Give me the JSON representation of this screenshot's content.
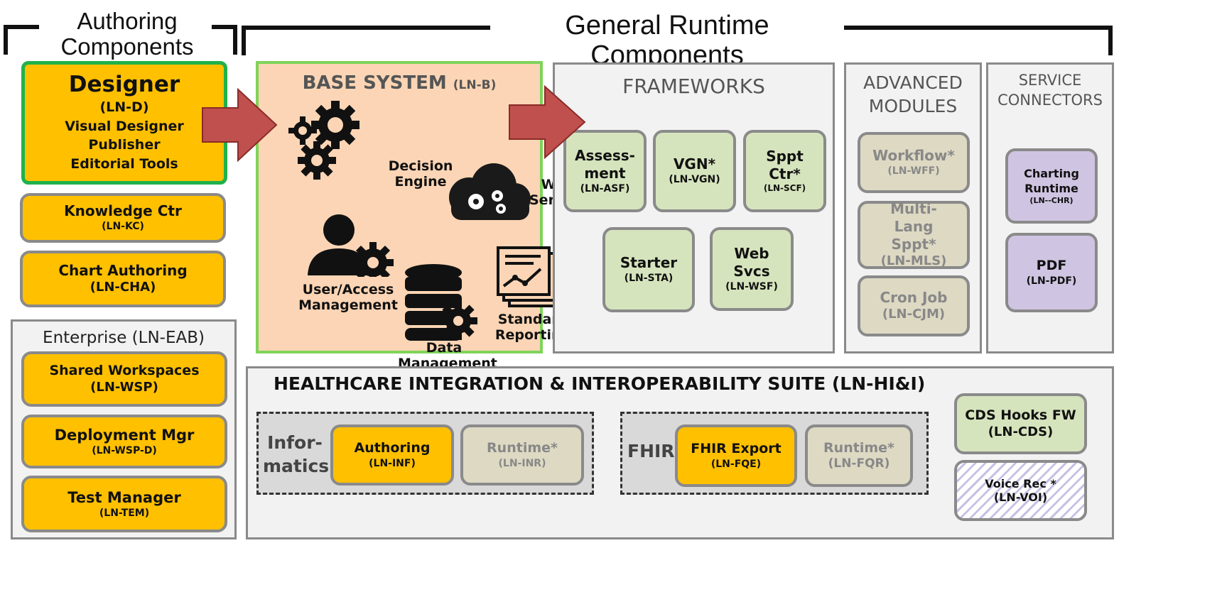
{
  "headers": {
    "authoring": "Authoring Components",
    "runtime": "General Runtime Components"
  },
  "designer": {
    "title": "Designer",
    "code": "(LN-D)",
    "lines": [
      "Visual Designer",
      "Publisher",
      "Editorial Tools"
    ]
  },
  "authoring_boxes": [
    {
      "label": "Knowledge Ctr",
      "code": "(LN-KC)"
    },
    {
      "label": "Chart Authoring",
      "code": "(LN-CHA)"
    }
  ],
  "enterprise": {
    "title": "Enterprise (LN-EAB)",
    "items": [
      {
        "label": "Shared Workspaces",
        "code": "(LN-WSP)"
      },
      {
        "label": "Deployment Mgr",
        "code": "(LN-WSP-D)"
      },
      {
        "label": "Test Manager",
        "code": "(LN-TEM)"
      }
    ]
  },
  "base_system": {
    "title": "BASE SYSTEM",
    "code": "(LN-B)",
    "icons": [
      {
        "label": "Decision Engine",
        "icon": "gears-icon"
      },
      {
        "label": "Web Services",
        "icon": "cloud-gears-icon"
      },
      {
        "label": "User/Access Management",
        "icon": "user-gear-icon"
      },
      {
        "label": "Data Management",
        "icon": "database-gear-icon"
      },
      {
        "label": "Standard Reporting",
        "icon": "report-chart-icon"
      }
    ]
  },
  "frameworks": {
    "title": "FRAMEWORKS",
    "items": [
      {
        "label": "Assess-ment",
        "code": "(LN-ASF)"
      },
      {
        "label": "VGN*",
        "code": "(LN-VGN)"
      },
      {
        "label": "Sppt Ctr*",
        "code": "(LN-SCF)"
      },
      {
        "label": "Starter",
        "code": "(LN-STA)"
      },
      {
        "label": "Web Svcs",
        "code": "(LN-WSF)"
      }
    ]
  },
  "advanced": {
    "title": "ADVANCED MODULES",
    "items": [
      {
        "label": "Workflow*",
        "code": "(LN-WFF)"
      },
      {
        "label": "Multi-Lang Sppt*",
        "code": "(LN-MLS)"
      },
      {
        "label": "Cron Job",
        "code": "(LN-CJM)"
      }
    ]
  },
  "connectors": {
    "title": "SERVICE CONNECTORS",
    "items": [
      {
        "label": "Charting Runtime",
        "code": "(LN--CHR)"
      },
      {
        "label": "PDF",
        "code": "(LN-PDF)"
      }
    ]
  },
  "hii": {
    "title": "HEALTHCARE INTEGRATION & INTEROPERABILITY SUITE (LN-HI&I)",
    "informatics": {
      "label": "Infor-matics",
      "items": [
        {
          "label": "Authoring",
          "code": "(LN-INF)"
        },
        {
          "label": "Runtime*",
          "code": "(LN-INR)"
        }
      ]
    },
    "fhir": {
      "label": "FHIR",
      "items": [
        {
          "label": "FHIR Export",
          "code": "(LN-FQE)"
        },
        {
          "label": "Runtime*",
          "code": "(LN-FQR)"
        }
      ]
    },
    "side": [
      {
        "label": "CDS Hooks FW",
        "code": "(LN-CDS)"
      },
      {
        "label": "Voice Rec *",
        "code": "(LN-VOI)"
      }
    ]
  },
  "colors": {
    "orange": "#ffc000",
    "green_border": "#1fb14a",
    "light_green": "#d6e4bd",
    "base_fill": "#fbd5b5",
    "arrow": "#c0504d",
    "purple": "#cfc4e1"
  }
}
